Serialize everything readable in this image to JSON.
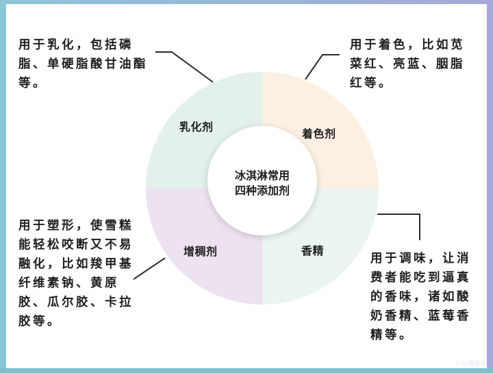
{
  "diagram": {
    "type": "donut-infographic",
    "center": {
      "title_line1": "冰淇淋常用",
      "title_line2": "四种添加剂"
    },
    "segments": [
      {
        "id": "emulsifier",
        "label": "乳化剂",
        "position": "top-left",
        "color": "#e3f1ea",
        "description": "用于乳化，包括磷脂、单硬脂酸甘油酯等。"
      },
      {
        "id": "colorant",
        "label": "着色剂",
        "position": "top-right",
        "color": "#fcf0e3",
        "description": "用于着色，比如苋菜红、亮蓝、胭脂红等。"
      },
      {
        "id": "flavor",
        "label": "香精",
        "position": "bottom-right",
        "color": "#eaf4f3",
        "description": "用于调味，让消费者能吃到逼真的香味，诸如酸奶香精、蓝莓香精等。"
      },
      {
        "id": "thickener",
        "label": "增稠剂",
        "position": "bottom-left",
        "color": "#ede2f0",
        "description": "用于塑形，使雪糕能轻松咬断又不易融化，比如羧甲基纤维素钠、黄原胶、瓜尔胶、卡拉胶等。"
      }
    ]
  },
  "colors": {
    "text": "#1e1e1e",
    "connector": "#2a2a2a",
    "card_bg": "#ffffff",
    "frame_left": "#8cc6d8",
    "frame_right": "#a6a8d8"
  },
  "watermark": "什么值得买"
}
